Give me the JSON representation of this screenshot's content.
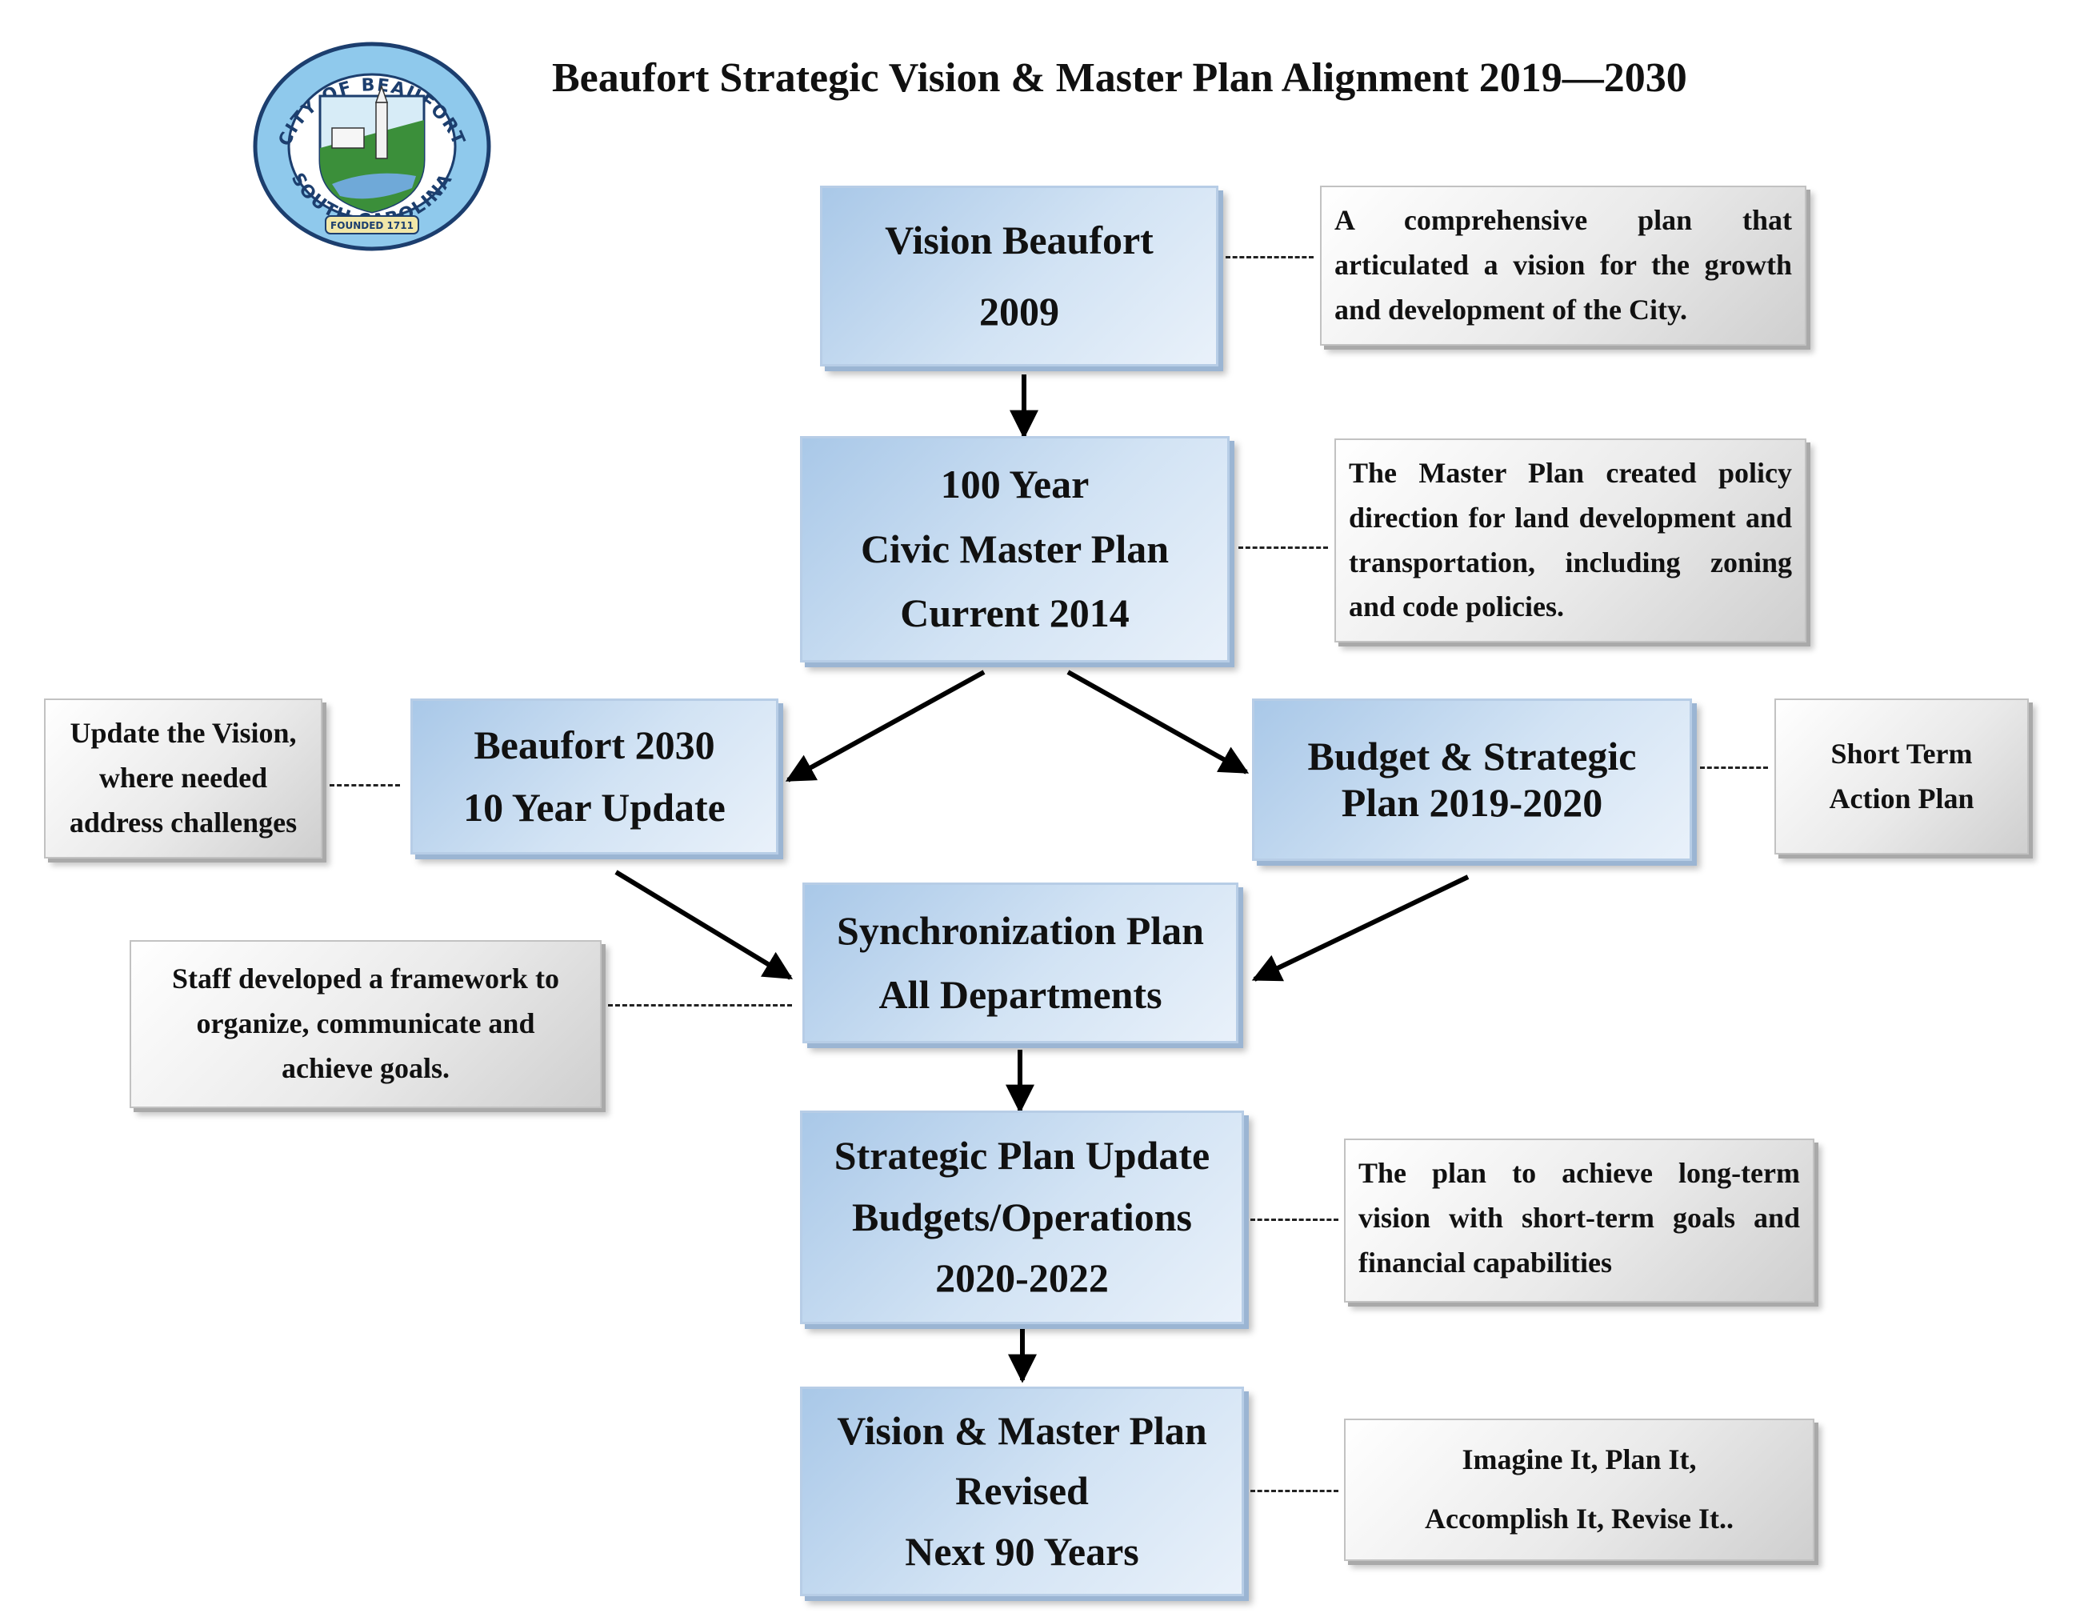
{
  "title": "Beaufort Strategic Vision & Master Plan Alignment 2019—2030",
  "logo": {
    "top_text": "CITY OF BEAUFORT",
    "bottom_text": "SOUTH CAROLINA",
    "founded_text": "FOUNDED 1711",
    "colors": {
      "ring": "#8fc9ec",
      "ring_edge": "#1c3e6e",
      "shield_sky": "#d7ecf7",
      "shield_land": "#3b8f3a",
      "banner": "#f1e7a8"
    }
  },
  "nodes": {
    "vision_2009": [
      "Vision Beaufort",
      "2009"
    ],
    "civic_master_plan": [
      "100 Year",
      "Civic Master Plan",
      "Current 2014"
    ],
    "beaufort_2030": [
      "Beaufort 2030",
      "10 Year Update"
    ],
    "budget_strategic": [
      "Budget & Strategic",
      "Plan 2019-2020"
    ],
    "synchronization": [
      "Synchronization Plan",
      "All Departments"
    ],
    "strategic_update": [
      "Strategic Plan Update",
      "Budgets/Operations",
      "2020-2022"
    ],
    "vision_revised": [
      "Vision & Master Plan",
      "Revised",
      "Next 90 Years"
    ]
  },
  "notes": {
    "vision_2009": "A comprehensive plan that articulated a vision for the growth and development of the City.",
    "civic_master_plan": "The Master Plan created policy direction for land development and transportation, including zoning and code policies.",
    "beaufort_2030": [
      "Update the Vision,",
      "where needed",
      "address challenges"
    ],
    "budget_strategic": [
      "Short Term",
      "Action Plan"
    ],
    "synchronization": [
      "Staff developed a framework to",
      "organize, communicate and",
      "achieve goals."
    ],
    "strategic_update": "The plan to achieve long-term vision with short-term goals and financial capabilities",
    "vision_revised": [
      "Imagine It, Plan It,",
      "Accomplish It, Revise It.."
    ]
  },
  "colors": {
    "node_fill": "#c9dcf0",
    "node_border": "#b7cde6",
    "note_fill": "#e6e6e6",
    "arrow": "#000000"
  }
}
